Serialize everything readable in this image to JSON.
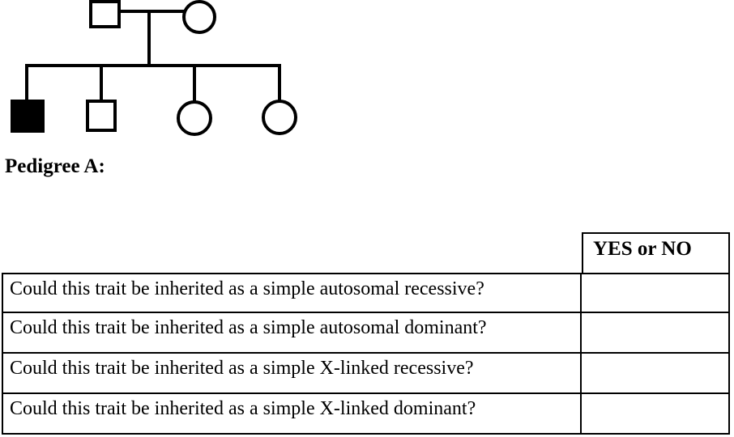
{
  "colors": {
    "background": "#ffffff",
    "line": "#000000",
    "text": "#000000",
    "affected_fill": "#000000",
    "unaffected_fill": "#ffffff"
  },
  "pedigree": {
    "label": "Pedigree A:",
    "generations": [
      {
        "name": "parents",
        "members": [
          {
            "id": "I-1",
            "sex": "male",
            "affected": false
          },
          {
            "id": "I-2",
            "sex": "female",
            "affected": false
          }
        ]
      },
      {
        "name": "children",
        "members": [
          {
            "id": "II-1",
            "sex": "male",
            "affected": true
          },
          {
            "id": "II-2",
            "sex": "male",
            "affected": false
          },
          {
            "id": "II-3",
            "sex": "female",
            "affected": false
          },
          {
            "id": "II-4",
            "sex": "female",
            "affected": false
          }
        ]
      }
    ]
  },
  "table": {
    "header": {
      "answer_col": "YES or NO"
    },
    "rows": [
      {
        "question": "Could this trait be inherited as a simple autosomal recessive?",
        "answer": ""
      },
      {
        "question": "Could this trait be inherited as a simple autosomal dominant?",
        "answer": ""
      },
      {
        "question": "Could this trait be inherited as a simple X-linked recessive?",
        "answer": ""
      },
      {
        "question": "Could this trait be inherited as a simple X-linked dominant?",
        "answer": ""
      }
    ]
  }
}
